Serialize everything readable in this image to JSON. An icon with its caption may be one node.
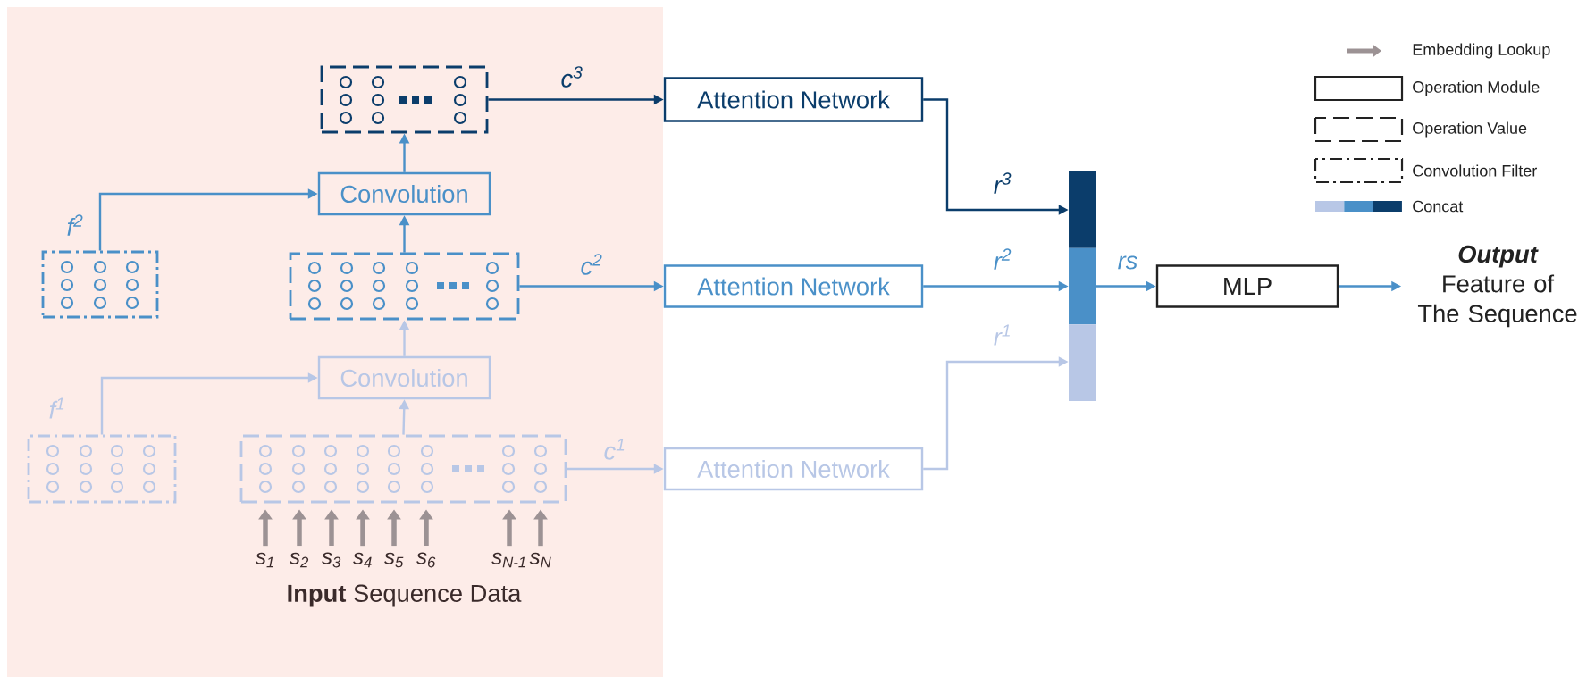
{
  "diagram": {
    "nodes": [
      {
        "text": [],
        "shape": "box"
      },
      {
        "text": [
          "Convolution"
        ]
      },
      {
        "text": [],
        "shape": "box",
        "beside": [
          "f$^{2}$"
        ]
      },
      {
        "text": [],
        "shape": "box"
      },
      {
        "text": [
          "Convolution"
        ]
      },
      {
        "text": [],
        "shape": "box",
        "beside": [
          "f$^{1}$"
        ]
      },
      {
        "text": [],
        "shape": "box"
      },
      {
        "text": [
          "s$_{1}$"
        ]
      },
      {
        "text": [
          "s$_{2}$"
        ]
      },
      {
        "text": [
          "s$_{3}$"
        ]
      },
      {
        "text": [
          "s$_{4}$"
        ]
      },
      {
        "text": [
          "s$_{5}$"
        ]
      },
      {
        "text": [
          "s$_{6}$"
        ]
      },
      {
        "text": [
          "s$_{N-1}$"
        ]
      },
      {
        "text": [
          "s$_{N}$"
        ]
      },
      {
        "text": [
          "Attention Network"
        ]
      },
      {
        "text": [
          "Attention Network"
        ]
      },
      {
        "text": [
          "Attention Network"
        ]
      },
      {
        "text": [],
        "shape": "bar"
      },
      {
        "text": [
          "MLP"
        ]
      },
      {
        "text": [
          "Output",
          "Feature of The Sequence"
        ]
      }
    ],
    "edges": [
      {
        "from": 0,
        "to": 15,
        "arrow": "to",
        "label": "c$^{3}$",
        "color": "#0b3d6b"
      },
      {
        "from": 1,
        "to": 0,
        "arrow": "to",
        "color": "#4a90c8"
      },
      {
        "from": 2,
        "to": 1,
        "arrow": "to",
        "color": "#4a90c8"
      },
      {
        "from": 3,
        "to": 1,
        "arrow": "to",
        "color": "#4a90c8"
      },
      {
        "from": 3,
        "to": 16,
        "arrow": "to",
        "label": "c$^{2}$",
        "color": "#4a90c8"
      },
      {
        "from": 4,
        "to": 3,
        "arrow": "to",
        "color": "#b8c7e6"
      },
      {
        "from": 5,
        "to": 4,
        "arrow": "to",
        "color": "#b8c7e6"
      },
      {
        "from": 6,
        "to": 4,
        "arrow": "to",
        "color": "#b8c7e6"
      },
      {
        "from": 6,
        "to": 17,
        "arrow": "to",
        "label": "c$^{1}$",
        "color": "#b8c7e6"
      },
      {
        "from": 7,
        "to": 6,
        "arrow": "to",
        "style": "thick"
      },
      {
        "from": 8,
        "to": 6,
        "arrow": "to",
        "style": "thick"
      },
      {
        "from": 9,
        "to": 6,
        "arrow": "to",
        "style": "thick"
      },
      {
        "from": 10,
        "to": 6,
        "arrow": "to",
        "style": "thick"
      },
      {
        "from": 11,
        "to": 6,
        "arrow": "to",
        "style": "thick"
      },
      {
        "from": 12,
        "to": 6,
        "arrow": "to",
        "style": "thick"
      },
      {
        "from": 13,
        "to": 6,
        "arrow": "to",
        "style": "thick"
      },
      {
        "from": 14,
        "to": 6,
        "arrow": "to",
        "style": "thick"
      },
      {
        "from": 15,
        "to": 18,
        "arrow": "to",
        "label": "r$^{3}$",
        "color": "#0b3d6b"
      },
      {
        "from": 16,
        "to": 18,
        "arrow": "to",
        "label": "r$^{2}$",
        "color": "#4a90c8"
      },
      {
        "from": 17,
        "to": 18,
        "arrow": "to",
        "label": "r$^{1}$",
        "color": "#b8c7e6"
      },
      {
        "from": 18,
        "to": 19,
        "arrow": "to",
        "label": "rs",
        "color": "#4a90c8"
      },
      {
        "from": 19,
        "to": 20,
        "arrow": "to",
        "color": "#4a90c8"
      }
    ],
    "labels": [
      "**Input** Sequence Data"
    ],
    "legend": [
      {
        "text": "Embedding Lookup"
      },
      {
        "text": "Operation Module"
      },
      {
        "text": "Operation Value"
      },
      {
        "text": "Convolution Filter"
      },
      {
        "text": "Concat"
      }
    ]
  }
}
